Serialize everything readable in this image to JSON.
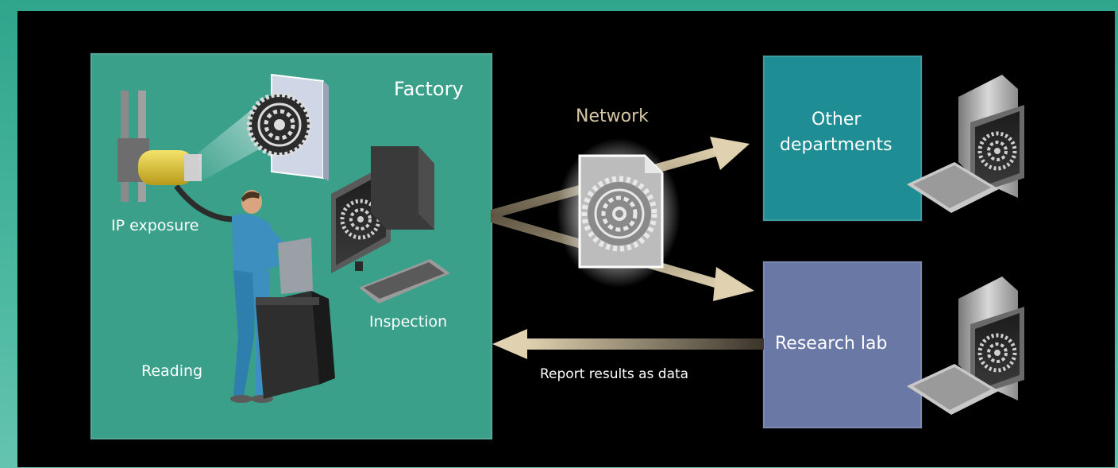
{
  "labels": {
    "factory": "Factory",
    "ip_exposure": "IP exposure",
    "reading": "Reading",
    "inspection": "Inspection",
    "network": "Network",
    "other_departments_line1": "Other",
    "other_departments_line2": "departments",
    "research_lab": "Research lab",
    "report": "Report results as data"
  },
  "colors": {
    "factory_box": "#3aa08a",
    "other_departments_box": "#1f8e94",
    "research_lab_box": "#6a78a6",
    "arrow": "#d8c9a8",
    "network_text": "#d7c7a4",
    "background": "#000000",
    "frame": "#3bb09a"
  },
  "icons": [
    "camera-icon",
    "gear-icon",
    "worker-icon",
    "reader-machine-icon",
    "desktop-computer-icon",
    "keyboard-icon",
    "data-file-icon"
  ]
}
